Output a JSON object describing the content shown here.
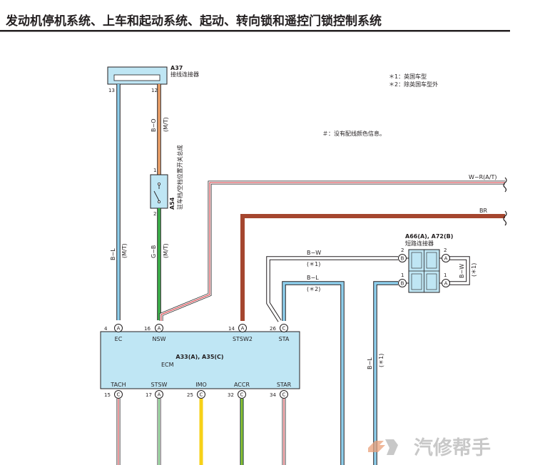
{
  "page": {
    "title": "发动机停机系统、上车和起动系统、起动、转向锁和遥控门锁控制系统"
  },
  "colors": {
    "title_rule": "#231f20",
    "wire_blue": "#8fd0ee",
    "wire_orange": "#f0a36a",
    "wire_green": "#3cb44b",
    "wire_brown": "#a5462f",
    "wire_red": "#d9323a",
    "wire_yellow": "#f7d117",
    "box_fill": "#bfe6f4",
    "box_stroke": "#231f20"
  },
  "connector_a37": {
    "code": "A37",
    "name": "接线连接器",
    "pin_left": "13",
    "pin_right": "12"
  },
  "notes": {
    "n1": "＊1：英国车型",
    "n2": "＊2：除英国车型外",
    "n3": "＃：没有配线颜色信息。"
  },
  "switch_a54": {
    "code": "A54",
    "name": "驻车档/空档位置开关总成",
    "pin_top": "1",
    "pin_bottom": "2"
  },
  "wires": {
    "b_o": "B−O",
    "b_o_cond": "(M/T)",
    "b_l_left": "B−L",
    "b_l_left_cond": "(M/T)",
    "g_b": "G−B",
    "g_b_cond": "(M/T)",
    "w_r": "W−R(A/T)",
    "br": "BR",
    "b_w": "B−W",
    "b_w_cond": "(＊1)",
    "b_l_mid": "B−L",
    "b_l_mid_cond": "(＊2)",
    "b_l_right": "B−L",
    "b_l_right_cond": "(＊1)",
    "b_w_right": "B−W",
    "b_w_right_cond": "(＊1)"
  },
  "short_connector": {
    "code": "A66(A), A72(B)",
    "name": "短路连接器",
    "pins": [
      {
        "num": "2",
        "letter": "B"
      },
      {
        "num": "2",
        "letter": "A"
      },
      {
        "num": "1",
        "letter": "B"
      },
      {
        "num": "1",
        "letter": "A"
      }
    ]
  },
  "ecm": {
    "code": "A33(A), A35(C)",
    "name": "ECM",
    "top_pins": [
      {
        "num": "4",
        "letter": "A",
        "name": "EC"
      },
      {
        "num": "16",
        "letter": "A",
        "name": "NSW"
      },
      {
        "num": "14",
        "letter": "A",
        "name": "STSW2"
      },
      {
        "num": "26",
        "letter": "C",
        "name": "STA"
      }
    ],
    "bottom_pins": [
      {
        "num": "15",
        "letter": "C",
        "name": "TACH"
      },
      {
        "num": "17",
        "letter": "A",
        "name": "STSW"
      },
      {
        "num": "25",
        "letter": "C",
        "name": "IMO"
      },
      {
        "num": "32",
        "letter": "C",
        "name": "ACCR"
      },
      {
        "num": "34",
        "letter": "C",
        "name": "STAR"
      }
    ]
  },
  "watermark": {
    "text": "汽修帮手"
  }
}
